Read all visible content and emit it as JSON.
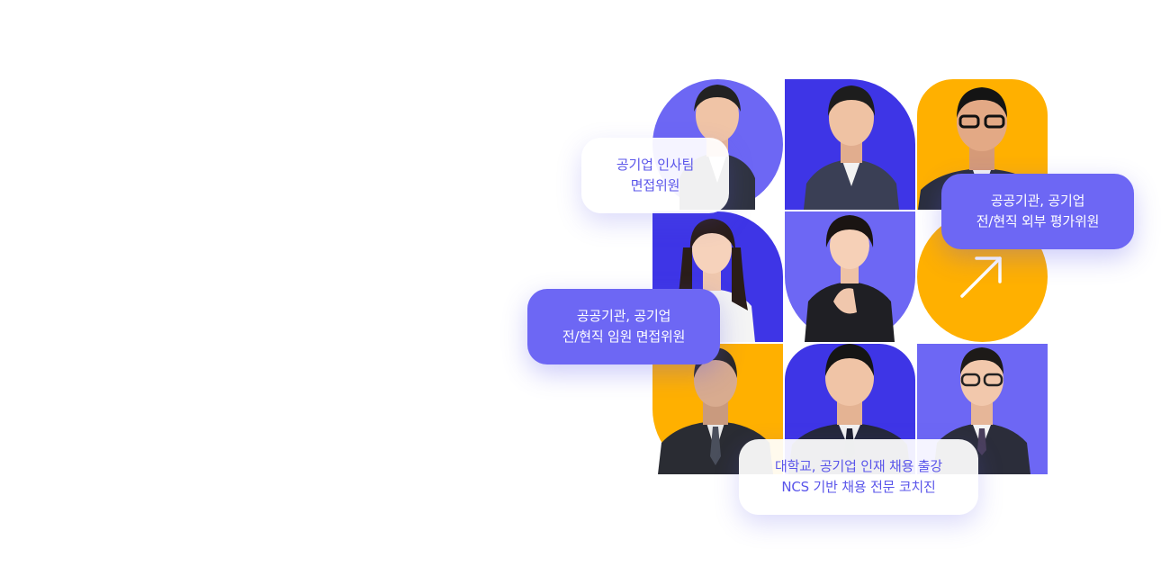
{
  "colors": {
    "purple": "#6d67f4",
    "deep_blue": "#3e35e6",
    "yellow": "#ffb000",
    "white": "#ffffff"
  },
  "labels": {
    "hr_interviewer": {
      "line1": "공기업 인사팀",
      "line2": "면접위원"
    },
    "external_evaluator": {
      "line1": "공공기관, 공기업",
      "line2": "전/현직 외부 평가위원"
    },
    "executive_interviewer": {
      "line1": "공공기관, 공기업",
      "line2": "전/현직 임원 면접위원"
    },
    "ncs_coaches": {
      "line1": "대학교, 공기업 인재 채용 출강",
      "line2": "NCS 기반 채용 전문 코치진"
    }
  },
  "decor": {
    "arrow_icon": "arrow-up-right-icon"
  }
}
